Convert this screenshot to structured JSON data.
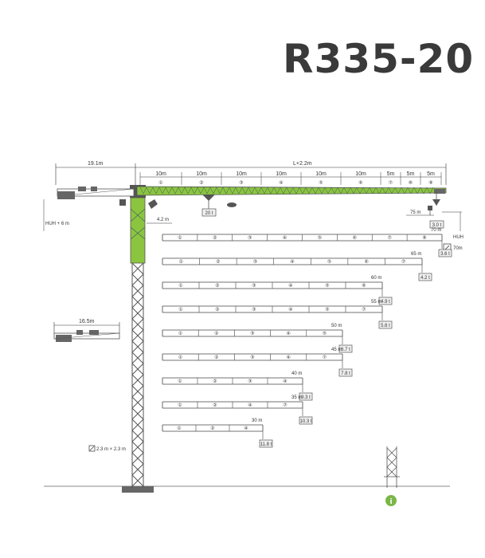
{
  "title": "R335-20",
  "dimensions": {
    "counter_jib": "19.1m",
    "jib_total": "L+2.2m",
    "height_under_hook_plus": "HUH + 6 m",
    "height_under_hook": "HUH",
    "cab_offset": "4.2 m",
    "mast_section": "2.3 m × 2.3 m",
    "short_counter_jib": "16.5m",
    "trolley_reach": "75 m",
    "rope_reach": "70m"
  },
  "jib_segments": [
    {
      "length": "10m",
      "num": "①"
    },
    {
      "length": "10m",
      "num": "②"
    },
    {
      "length": "10m",
      "num": "③"
    },
    {
      "length": "10m",
      "num": "④"
    },
    {
      "length": "10m",
      "num": "⑤"
    },
    {
      "length": "10m",
      "num": "⑥"
    },
    {
      "length": "5m",
      "num": "⑦"
    },
    {
      "length": "5m",
      "num": "⑧"
    },
    {
      "length": "5m",
      "num": "⑨"
    }
  ],
  "max_load_tag": "20 t",
  "tip_load": "3.0 t",
  "configurations": [
    {
      "radius": "70 m",
      "load": "3.6 t",
      "sections": [
        "①",
        "②",
        "③",
        "④",
        "⑤",
        "⑥",
        "⑦",
        "⑧"
      ]
    },
    {
      "radius": "65 m",
      "load": "4.2 t",
      "sections": [
        "①",
        "②",
        "③",
        "④",
        "⑤",
        "⑥",
        "⑦"
      ]
    },
    {
      "radius": "60 m",
      "load": "4.9 t",
      "sections": [
        "①",
        "②",
        "③",
        "④",
        "⑤",
        "⑥"
      ]
    },
    {
      "radius": "55 m",
      "load": "5.6 t",
      "sections": [
        "①",
        "②",
        "③",
        "④",
        "⑤",
        "⑦"
      ]
    },
    {
      "radius": "50 m",
      "load": "6.7 t",
      "sections": [
        "①",
        "②",
        "③",
        "④",
        "⑤"
      ]
    },
    {
      "radius": "45 m",
      "load": "7.8 t",
      "sections": [
        "①",
        "②",
        "③",
        "④",
        "⑦"
      ]
    },
    {
      "radius": "40 m",
      "load": "9.3 t",
      "sections": [
        "①",
        "②",
        "③",
        "④"
      ]
    },
    {
      "radius": "35 m",
      "load": "10.3 t",
      "sections": [
        "①",
        "②",
        "④",
        "⑦"
      ]
    },
    {
      "radius": "30 m",
      "load": "11.8 t",
      "sections": [
        "①",
        "②",
        "④"
      ]
    }
  ],
  "colors": {
    "jib_green": "#8bc53f",
    "structure": "#555555",
    "info_green": "#7ab648",
    "title": "#3a3a3a"
  },
  "icons": [
    "info-icon",
    "rope-reeving-icon",
    "mast-section-icon",
    "hook-icon"
  ]
}
